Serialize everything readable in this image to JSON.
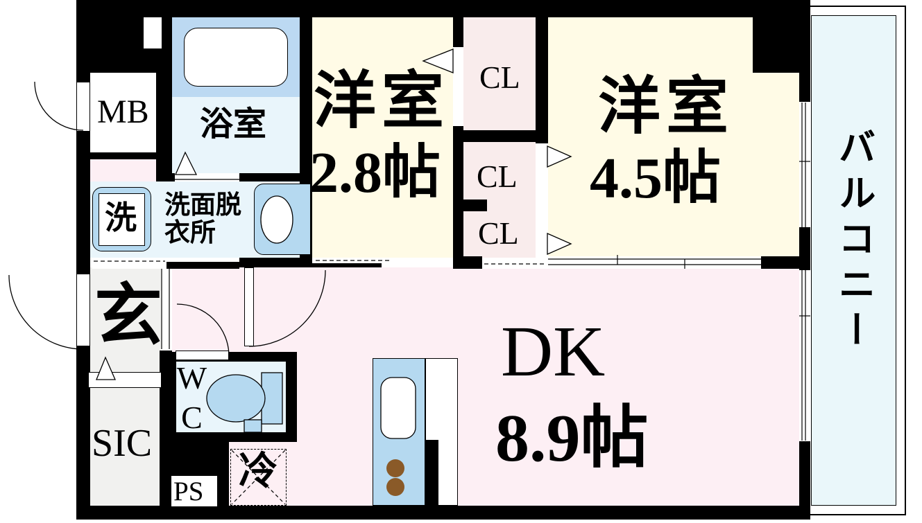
{
  "title": "apartment-floor-plan",
  "colors": {
    "wall": "#000000",
    "room_cream": "#fffbe6",
    "dk_pink": "#fdeff4",
    "closet_pink": "#f9ecec",
    "bath_blue": "#bcd9f2",
    "floor_cyan": "#e9f5fb",
    "balcony_cyan": "#eaf7fa",
    "entry_gray": "#f1f1ef",
    "fixture_blue": "#b5d9f0",
    "burner_brown": "#8a5a28"
  },
  "rooms": {
    "meter_box": "MB",
    "bathroom": "浴室",
    "washer": "洗",
    "washroom": "洗面脱衣所",
    "western_room_1": {
      "name": "洋室",
      "size": "2.8帖"
    },
    "closet_1": "CL",
    "closet_2": "CL",
    "closet_3": "CL",
    "western_room_2": {
      "name": "洋室",
      "size": "4.5帖"
    },
    "dining_kitchen": {
      "name": "DK",
      "size": "8.9帖"
    },
    "entrance": "玄",
    "shoe_closet": "SIC",
    "toilet": "WC",
    "pipe_space": "PS",
    "refrigerator": "冷",
    "balcony": "バルコニー"
  }
}
